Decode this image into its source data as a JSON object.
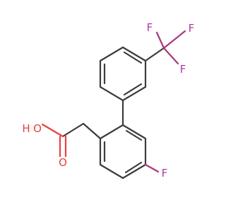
{
  "molecule": {
    "atoms": {
      "f_top_left": "F",
      "f_top_right": "F",
      "f_right": "F",
      "f_ring": "F",
      "o_hydroxyl": "O",
      "h_hydroxyl": "H",
      "o_carbonyl": "O"
    },
    "colors": {
      "bond": "#3c3c3c",
      "fluorine": "#b03aa2",
      "oxygen": "#e8413d"
    }
  }
}
